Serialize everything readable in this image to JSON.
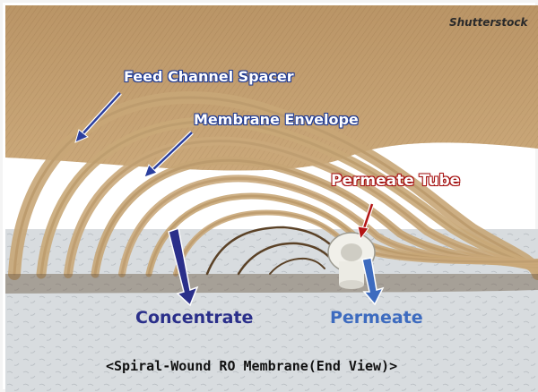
{
  "watermark": "Shutterstock",
  "labels": {
    "feed_spacer": "Feed Channel Spacer",
    "membrane_envelope": "Membrane Envelope",
    "permeate_tube": "Permeate Tube",
    "concentrate": "Concentrate",
    "permeate": "Permeate"
  },
  "caption": "<Spiral-Wound RO Membrane(End View)>",
  "colors": {
    "membrane_tan": "#c9a878",
    "membrane_shadow": "#6b4e2e",
    "label_blue": "#2b3f9e",
    "concentrate_blue": "#2a2f8a",
    "permeate_blue": "#3d6bbf",
    "permeate_red": "#b31515",
    "floor": "#d9dde0"
  },
  "icons": {
    "feed_arrow": "diagonal-arrow-icon",
    "envelope_arrow": "diagonal-arrow-icon",
    "tube_arrow": "diagonal-arrow-icon",
    "concentrate_arrow": "down-arrow-icon",
    "permeate_arrow": "down-arrow-icon"
  }
}
